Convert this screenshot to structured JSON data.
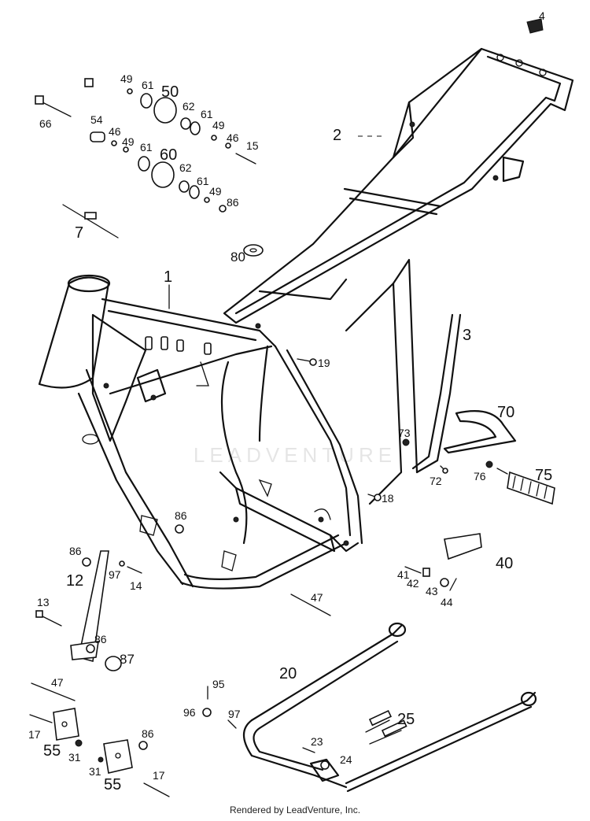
{
  "watermark": "LEADVENTURE",
  "footer": "Rendered by LeadVenture, Inc.",
  "callouts": [
    "4",
    "2",
    "49",
    "61",
    "50",
    "62",
    "61",
    "66",
    "54",
    "46",
    "49",
    "61",
    "49",
    "46",
    "15",
    "60",
    "62",
    "61",
    "49",
    "86",
    "7",
    "80",
    "1",
    "3",
    "19",
    "70",
    "73",
    "72",
    "76",
    "75",
    "18",
    "86",
    "40",
    "86",
    "12",
    "97",
    "14",
    "41",
    "42",
    "43",
    "44",
    "47",
    "13",
    "86",
    "87",
    "20",
    "47",
    "95",
    "96",
    "97",
    "25",
    "17",
    "23",
    "24",
    "55",
    "31",
    "86",
    "31",
    "55",
    "17"
  ]
}
